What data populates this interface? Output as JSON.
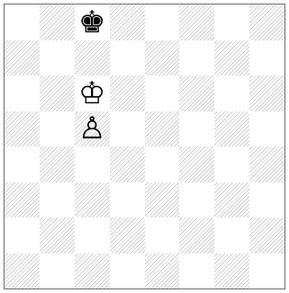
{
  "board": {
    "rows": 8,
    "cols": 8,
    "top_left_is_light": true,
    "pieces": [
      {
        "row": 0,
        "col": 2,
        "glyph": "♚",
        "name": "black-king"
      },
      {
        "row": 2,
        "col": 2,
        "glyph": "♔",
        "name": "white-king"
      },
      {
        "row": 3,
        "col": 2,
        "glyph": "♙",
        "name": "white-pawn"
      }
    ]
  },
  "colors": {
    "border": "#6e6e6e",
    "light_square": "#ffffff",
    "dark_square_hatch": "#cfcfcf",
    "piece": "#000000"
  }
}
